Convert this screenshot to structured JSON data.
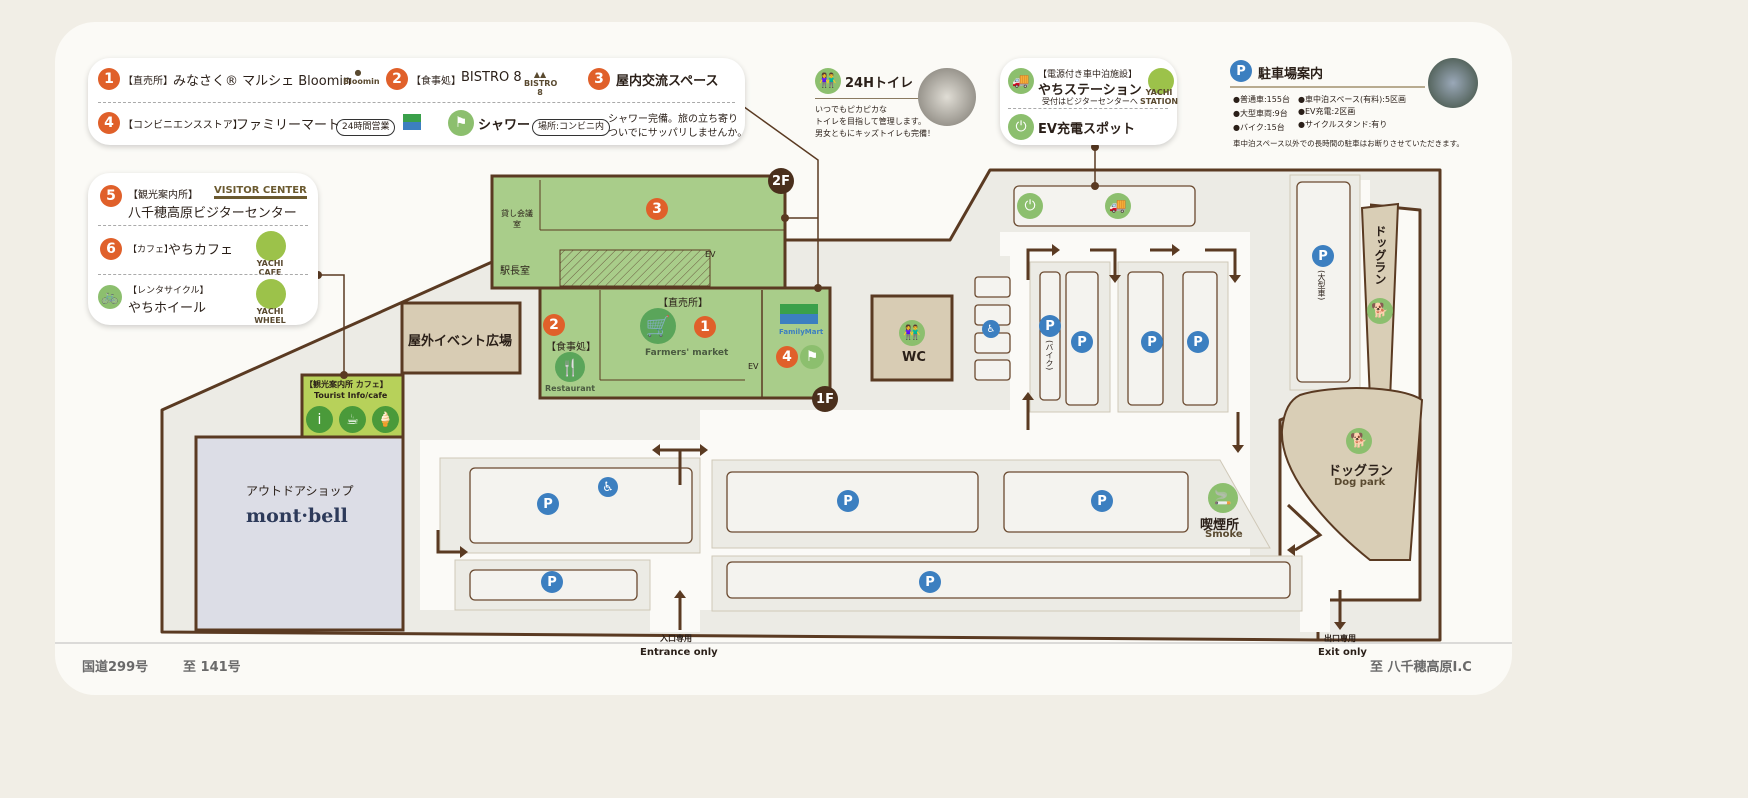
{
  "colors": {
    "orange": "#e0602a",
    "green": "#8cbf6e",
    "building_green": "#a9cd8a",
    "parking_blue": "#3c7fc0",
    "brown": "#5a3a22",
    "tan": "#d8ccb4",
    "tourist": "#b7d15a"
  },
  "legend": {
    "item1": {
      "num": "1",
      "tag": "【直売所】",
      "name": "みなさく® マルシェ Bloomin",
      "logo": "Bloomin"
    },
    "item2": {
      "num": "2",
      "tag": "【食事処】",
      "name": "BISTRO 8",
      "logo": "BISTRO 8"
    },
    "item3": {
      "num": "3",
      "name": "屋内交流スペース"
    },
    "item4": {
      "num": "4",
      "tag": "【コンビニエンスストア】",
      "name": "ファミリーマート",
      "badge": "24時間営業",
      "logo": "FamilyMart"
    },
    "shower": {
      "icon": "shower-icon",
      "name": "シャワー",
      "badge": "場所:コンビニ内",
      "desc1": "シャワー完備。旅の立ち寄り",
      "desc2": "ついでにサッパリしませんか。"
    },
    "item5": {
      "num": "5",
      "tag": "【観光案内所】",
      "name": "八千穂高原ビジターセンター",
      "logo": "VISITOR CENTER"
    },
    "item6": {
      "num": "6",
      "tag": "【カフェ】",
      "name": "やちカフェ",
      "logo": "YACHI CAFE"
    },
    "cycle": {
      "icon": "bicycle-icon",
      "tag": "【レンタサイクル】",
      "name": "やちホイール",
      "logo": "YACHI WHEEL"
    }
  },
  "toilet": {
    "icon": "restroom-icon",
    "title": "24Hトイレ",
    "line1": "いつでもピカピカな",
    "line2": "トイレを目指して管理します。",
    "line3": "男女ともにキッズトイレも完備！"
  },
  "station": {
    "icon": "truck-icon",
    "tag": "【電源付き車中泊施設】",
    "name": "やちステーション",
    "sub": "受付はビジターセンターへ",
    "logo": "YACHI STATION",
    "ev": "EV充電スポット",
    "ev_icon": "plug-icon"
  },
  "parking": {
    "title": "駐車場案内",
    "items": [
      "●普通車:155台",
      "●車中泊スペース(有料):5区画",
      "●大型車両:9台",
      "●EV充電:2区画",
      "●バイク:15台",
      "●サイクルスタンド:有り"
    ],
    "note": "車中泊スペース以外での長時間の駐車はお断りさせていただきます。"
  },
  "map": {
    "floor2": "2F",
    "floor1": "1F",
    "rental_room": "貸し会議室",
    "station_master": "駅長室",
    "ev": "EV",
    "direct_sales": "【直売所】",
    "farmers": "Farmers' market",
    "restaurant_tag": "【食事処】",
    "restaurant": "Restaurant",
    "familymart": "FamilyMart",
    "event_plaza": "屋外イベント広場",
    "wc": "WC",
    "tourist_tag": "【観光案内所 カフェ】",
    "tourist": "Tourist Info/cafe",
    "outdoor_shop": "アウトドアショップ",
    "montbell": "mont·bell",
    "bike_label": "(バイク)",
    "large_label": "(大型車)",
    "dogrun_vertical": "ドッグラン",
    "dogrun": "ドッグラン",
    "dogpark": "Dog park",
    "smoke": "喫煙所",
    "smoke_en": "Smoke",
    "entrance": "入口専用",
    "entrance_en": "Entrance only",
    "exit": "出口専用",
    "exit_en": "Exit only",
    "p": "P"
  },
  "roads": {
    "route": "国道299号",
    "to_left": "至 141号",
    "to_right": "至 八千穂高原I.C"
  }
}
